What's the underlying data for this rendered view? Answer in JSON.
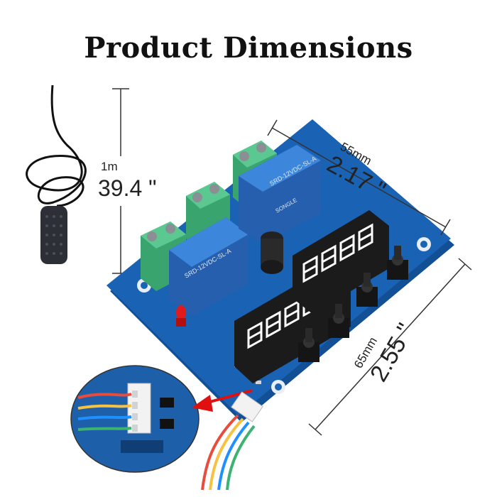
{
  "title": "Product Dimensions",
  "cable": {
    "length_metric": "1m",
    "length_imperial": "39.4 \""
  },
  "width": {
    "metric": "55mm",
    "imperial": "2.17 \""
  },
  "depth": {
    "metric": "65mm",
    "imperial": "2.55 \""
  },
  "relay_labels": {
    "relay_1": "SRD-12VDC-SL-A",
    "relay_2": "SRD-12VDC-SL-A",
    "brand": "SONGLE"
  },
  "colors": {
    "pcb": "#1a62b4",
    "relay": "#2f73c9",
    "terminal": "#4fbf86",
    "display": "#1b1b1b",
    "segment": "#ffffff",
    "led": "#e11b1b",
    "arrow": "#e01010"
  }
}
